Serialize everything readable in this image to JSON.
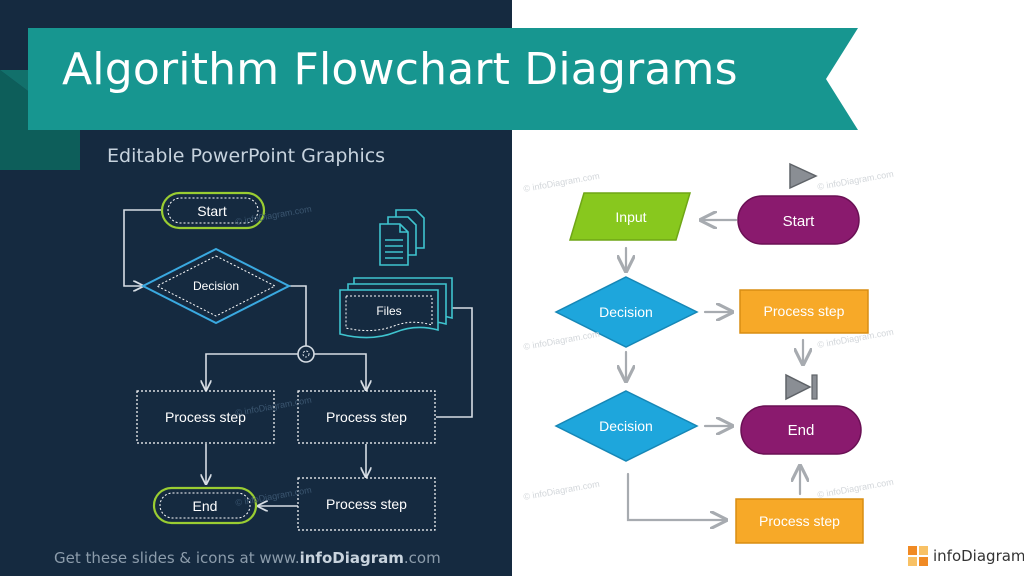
{
  "title": "Algorithm Flowchart Diagrams",
  "subtitle": "Editable PowerPoint Graphics",
  "footer": {
    "prefix": "Get these slides & icons at www.",
    "brand": "infoDiagram",
    "suffix": ".com"
  },
  "logo": {
    "text": "infoDiagram"
  },
  "watermark": "© infoDiagram.com",
  "left_diagram": {
    "start": "Start",
    "decision": "Decision",
    "files": "Files",
    "process_left": "Process step",
    "process_right": "Process step",
    "process_bottom": "Process step",
    "end": "End"
  },
  "right_diagram": {
    "start": "Start",
    "input": "Input",
    "decision1": "Decision",
    "process1": "Process step",
    "decision2": "Decision",
    "end": "End",
    "process2": "Process step"
  },
  "colors": {
    "dark_bg": "#152a40",
    "teal": "#179690",
    "green": "#9acd32",
    "blue": "#1ea6dc",
    "purple": "#8a1a6e",
    "orange": "#f7a928",
    "lime": "#88c81e"
  }
}
